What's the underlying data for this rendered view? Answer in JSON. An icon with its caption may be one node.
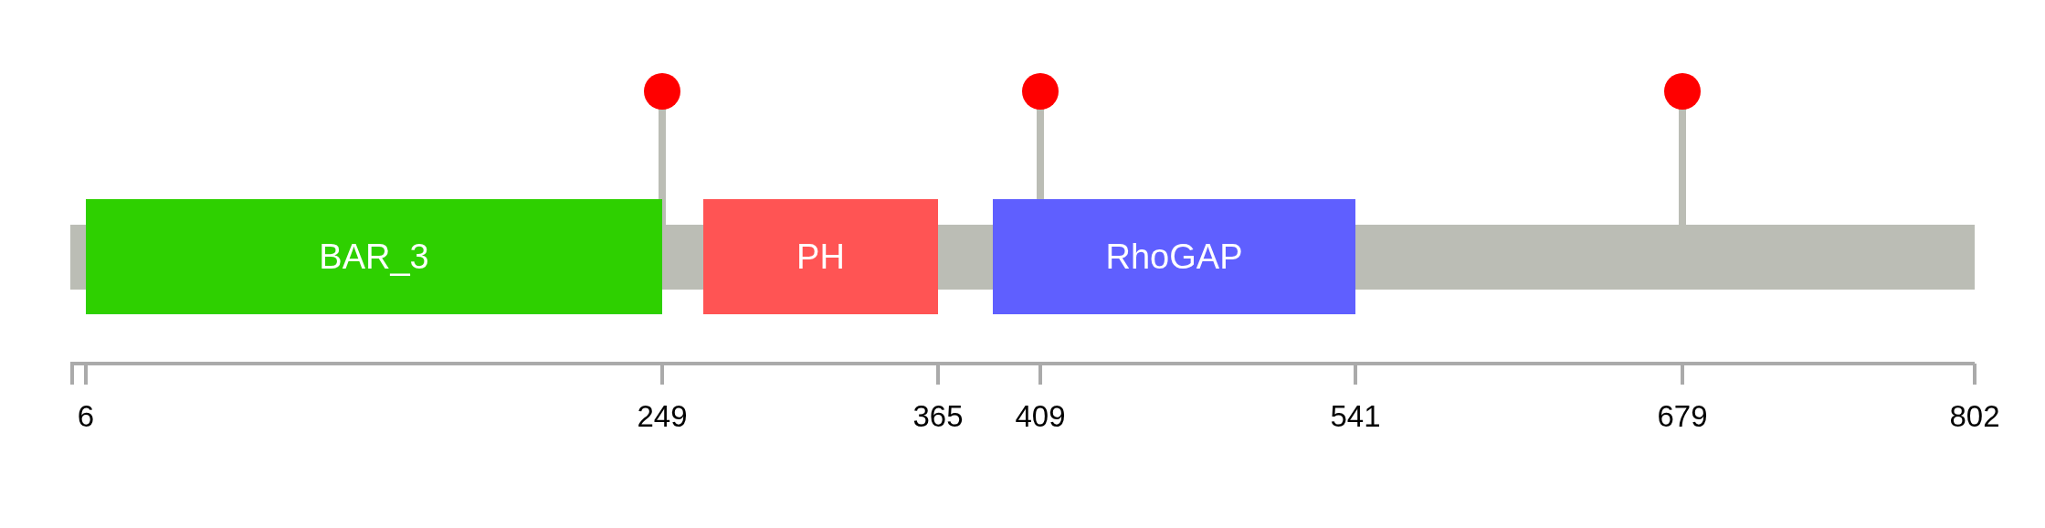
{
  "diagram": {
    "nodes": [
      {
        "text": [
          "BAR_3"
        ]
      },
      {
        "text": [
          "PH"
        ]
      },
      {
        "text": [
          "RhoGAP"
        ]
      }
    ],
    "edges": [],
    "labels": [
      "6",
      "249",
      "365",
      "409",
      "541",
      "679",
      "802"
    ]
  }
}
